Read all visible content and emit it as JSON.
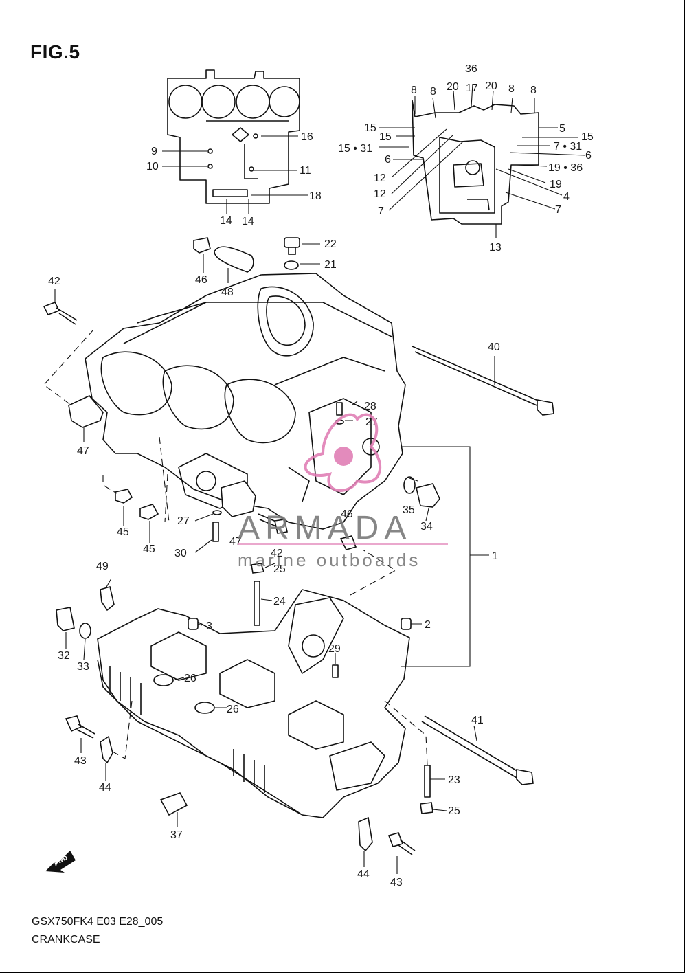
{
  "figure": {
    "title": "FIG.5"
  },
  "footer": {
    "code": "GSX750FK4 E03 E28_005",
    "name": "CRANKCASE"
  },
  "watermark": {
    "brand": "ARMADA",
    "tagline": "marine outboards",
    "color": "#e07fb5"
  },
  "fwd_badge": "FWD",
  "callouts": [
    "1",
    "2",
    "3",
    "4",
    "5",
    "6",
    "6",
    "7",
    "7",
    "7 • 31",
    "8",
    "8",
    "8",
    "8",
    "9",
    "10",
    "11",
    "12",
    "12",
    "13",
    "14",
    "14",
    "15",
    "15",
    "15",
    "15 • 31",
    "16",
    "17",
    "18",
    "19",
    "19 • 36",
    "20",
    "20",
    "21",
    "22",
    "23",
    "24",
    "25",
    "25",
    "26",
    "26",
    "27",
    "27",
    "28",
    "29",
    "30",
    "32",
    "33",
    "34",
    "35",
    "36",
    "37",
    "40",
    "41",
    "42",
    "42",
    "43",
    "43",
    "44",
    "44",
    "45",
    "45",
    "46",
    "46",
    "47",
    "47",
    "48",
    "49"
  ]
}
